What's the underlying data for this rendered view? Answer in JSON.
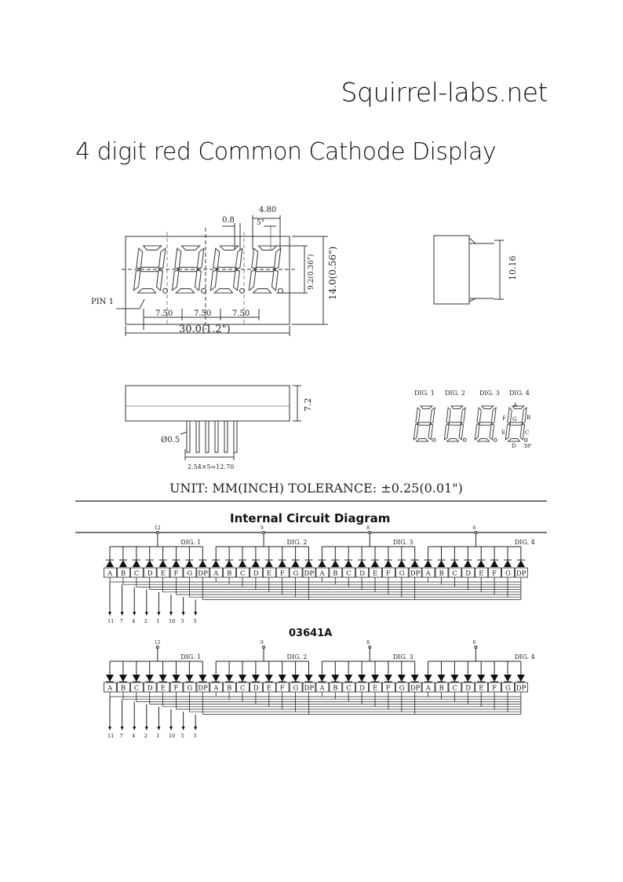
{
  "header": {
    "brand": "Squirrel-labs.net",
    "title": "4 digit red Common Cathode Display"
  },
  "front_view": {
    "dim_top": "4.80",
    "dim_seg_width": "0.8",
    "dim_angle": "5°",
    "dim_digit_height": "9.2(0.36\")",
    "dim_height": "14.0(0.56\")",
    "pin_label": "PIN 1",
    "pitch": [
      "7.50",
      "7.50",
      "7.50"
    ],
    "dim_width": "30.0(1.2\")"
  },
  "side_view": {
    "dim_depth": "10.16"
  },
  "bottom_view": {
    "dim_body": "7.2",
    "dim_pin_dia": "Ø0.5",
    "dim_pin_pitch": "2.54×5=12.70"
  },
  "digit_legend": {
    "digits": [
      "DIG. 1",
      "DIG. 2",
      "DIG. 3",
      "DIG. 4"
    ],
    "segments": [
      "A",
      "B",
      "C",
      "D",
      "E",
      "F",
      "G",
      "DP"
    ]
  },
  "unit_note": "UNIT: MM(INCH)  TOLERANCE: ±0.25(0.01\")",
  "circuit": {
    "heading": "Internal Circuit Diagram",
    "part_number": "03641A",
    "digit_labels": [
      "DIG. 1",
      "DIG. 2",
      "DIG. 3",
      "DIG. 4"
    ],
    "common_pins": [
      "12",
      "9",
      "8",
      "6"
    ],
    "segment_labels": [
      "A",
      "B",
      "C",
      "D",
      "E",
      "F",
      "G",
      "DP"
    ],
    "segment_pins": [
      "11",
      "7",
      "4",
      "2",
      "1",
      "10",
      "5",
      "3"
    ]
  }
}
